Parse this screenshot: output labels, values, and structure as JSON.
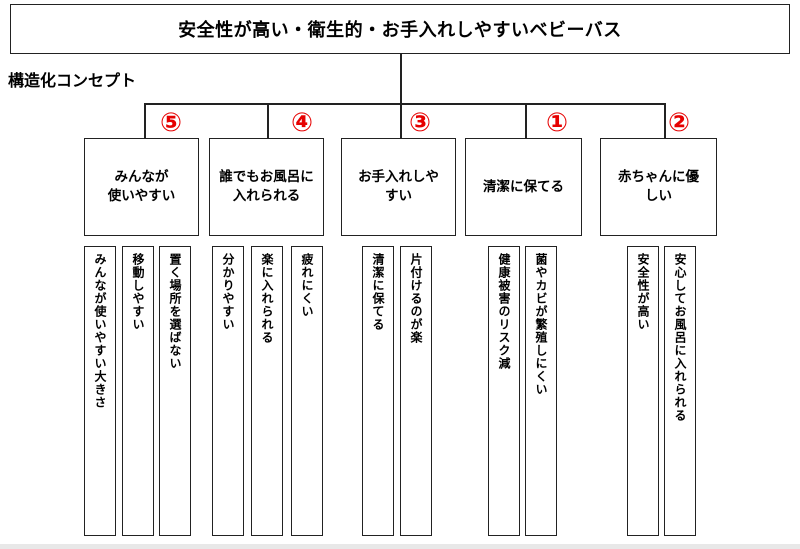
{
  "title": "安全性が高い・衛生的・お手入れしやすいベビーバス",
  "section_label": "構造化コンセプト",
  "groups": [
    {
      "number": "⑤",
      "category": "みんなが\n使いやすい",
      "leaves": [
        "みんなが使いやすい大きさ",
        "移動しやすい",
        "置く場所を選ばない"
      ]
    },
    {
      "number": "④",
      "category": "誰でもお風呂に\n入れられる",
      "leaves": [
        "分かりやすい",
        "楽に入れられる",
        "疲れにくい"
      ]
    },
    {
      "number": "③",
      "category": "お手入れしや\nすい",
      "leaves": [
        "清潔に保てる",
        "片付けるのが楽"
      ]
    },
    {
      "number": "①",
      "category": "清潔に保てる",
      "leaves": [
        "健康被害のリスク減",
        "菌やカビが繁殖しにくい"
      ]
    },
    {
      "number": "②",
      "category": "赤ちゃんに優\nしい",
      "leaves": [
        "安全性が高い",
        "安心してお風呂に入れられる"
      ]
    }
  ]
}
